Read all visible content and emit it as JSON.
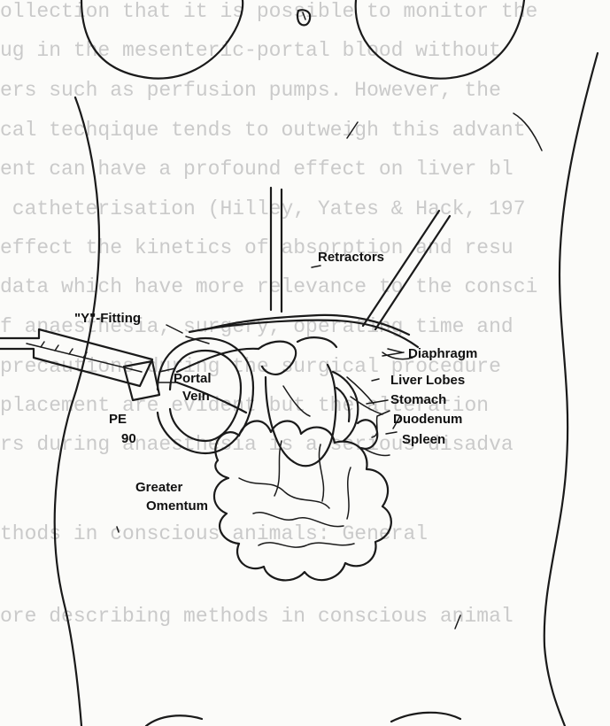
{
  "background_text": {
    "lines": [
      "ollection that it is possible to monitor the",
      "ug in the mesenteric-portal blood without",
      "ers such as perfusion pumps. However, the",
      "cal techqique tends to outweigh this advant",
      "ent can have a profound effect on liver bl",
      " catheterisation (Hilley, Yates & Hack, 197",
      "effect the kinetics of absorption and resu",
      "data which have more relevance to the consci",
      "f anaesthesia, surgery, operating time and",
      "precautions during the surgical procedure",
      "placement are evident but the alteration",
      "rs during anaesthesia is a serious disadva",
      "thods in conscious animals: General",
      "ore describing methods in conscious animal"
    ]
  },
  "figure": {
    "labels": {
      "retractors": "Retractors",
      "y_fitting": "\"Y\"-Fitting",
      "portal_vein": [
        "Portal",
        "Vein"
      ],
      "pe90": [
        "PE",
        "90"
      ],
      "diaphragm": "Diaphragm",
      "liver_lobes": "Liver Lobes",
      "stomach": "Stomach",
      "duodenum": "Duodenum",
      "spleen": "Spleen",
      "greater_omentum": [
        "Greater",
        "Omentum"
      ]
    }
  },
  "colors": {
    "ink": "#1a1a1a",
    "bleed_text": "#cacaca",
    "paper": "#fbfbf9"
  }
}
